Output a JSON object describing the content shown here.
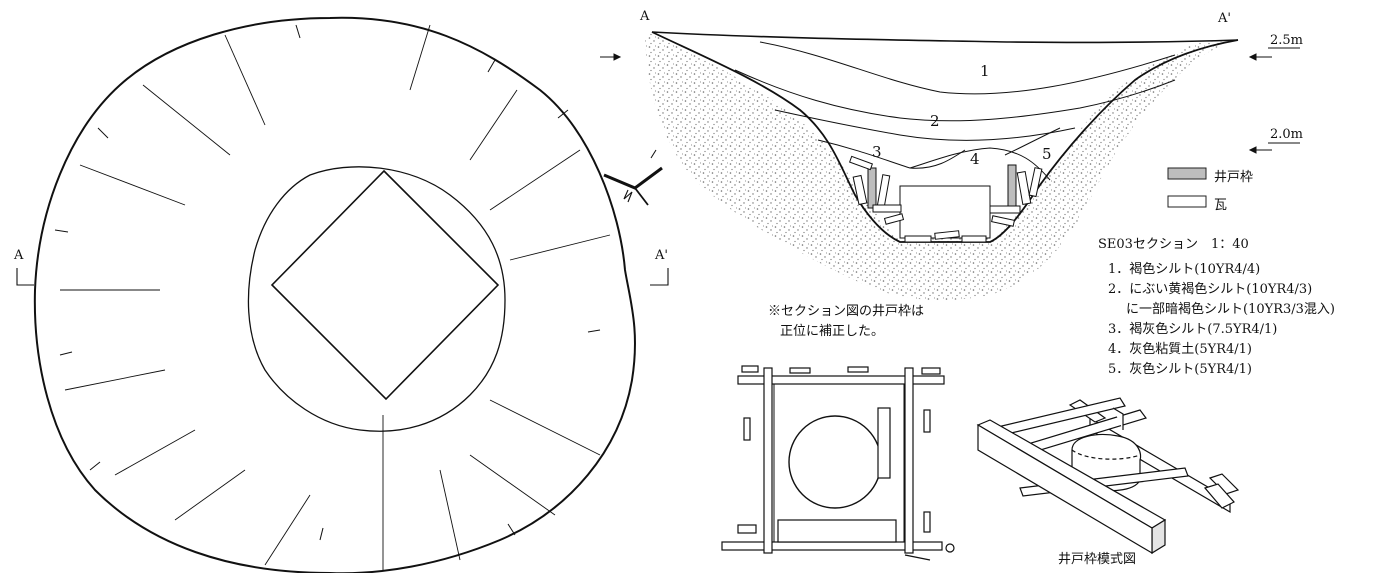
{
  "plan": {
    "left_marker": "A",
    "right_marker": "A'"
  },
  "section": {
    "left_marker": "A",
    "right_marker": "A'",
    "level_upper": "2.5m",
    "level_lower": "2.0m",
    "layer_numbers": [
      "1",
      "2",
      "3",
      "4",
      "5"
    ]
  },
  "legend": {
    "frame_label": "井戸枠",
    "tile_label": "瓦"
  },
  "section_title": "SE03セクション　1：40",
  "layers": [
    "1．褐色シルト(10YR4/4)",
    "2．にぶい黄褐色シルト(10YR4/3)",
    "に一部暗褐色シルト(10YR3/3混入)",
    "3．褐灰色シルト(7.5YR4/1)",
    "4．灰色粘質土(5YR4/1)",
    "5．灰色シルト(5YR4/1)"
  ],
  "note": {
    "line1": "※セクション図の井戸枠は",
    "line2": "正位に補正した。"
  },
  "schematic_caption": "井戸枠模式図",
  "colors": {
    "ink": "#111111",
    "frame_fill": "#bdbdbd",
    "stipple": "#7a7a7a"
  }
}
